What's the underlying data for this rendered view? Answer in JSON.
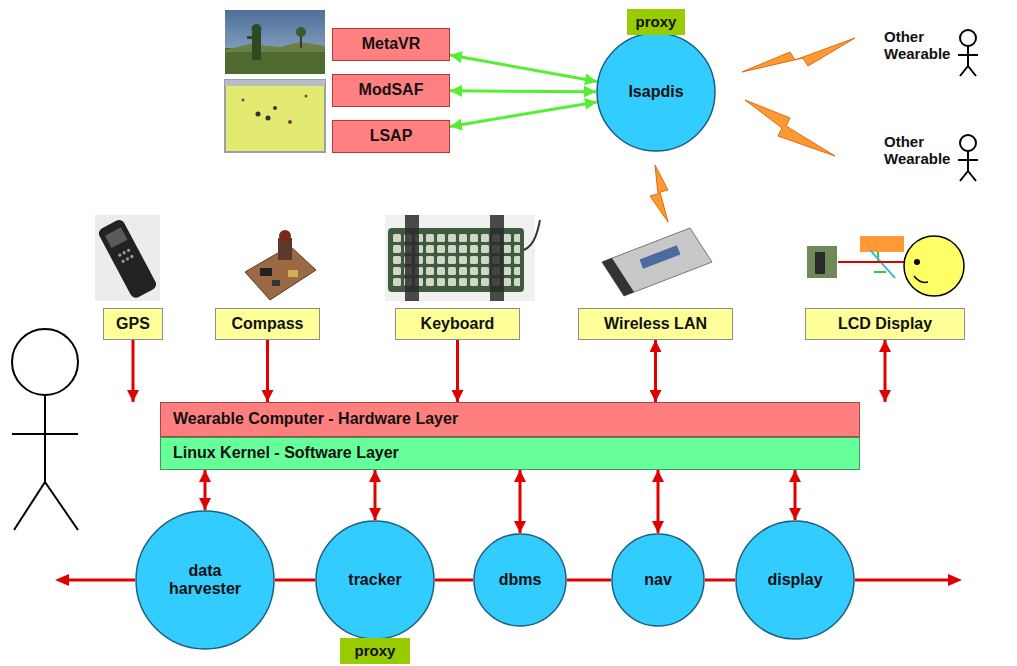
{
  "diagram": {
    "nodes": [
      {
        "text": [
          "MetaVR"
        ]
      },
      {
        "text": [
          "ModSAF"
        ]
      },
      {
        "text": [
          "LSAP"
        ]
      },
      {
        "text": [
          "Isapdis"
        ]
      },
      {
        "text": [
          "proxy"
        ]
      },
      {
        "text": [
          "GPS"
        ]
      },
      {
        "text": [
          "Compass"
        ]
      },
      {
        "text": [
          "Keyboard"
        ]
      },
      {
        "text": [
          "Wireless LAN"
        ]
      },
      {
        "text": [
          "LCD Display"
        ]
      },
      {
        "text": [
          "Wearable Computer - Hardware Layer"
        ]
      },
      {
        "text": [
          "Linux Kernel - Software Layer"
        ]
      },
      {
        "text": [
          "data harvester"
        ]
      },
      {
        "text": [
          "tracker"
        ]
      },
      {
        "text": [
          "dbms"
        ]
      },
      {
        "text": [
          "nav"
        ]
      },
      {
        "text": [
          "display"
        ]
      },
      {
        "text": [
          "proxy"
        ]
      }
    ],
    "edges": [
      {
        "from": 0,
        "to": 3,
        "arrow": "both"
      },
      {
        "from": 1,
        "to": 3,
        "arrow": "both"
      },
      {
        "from": 2,
        "to": 3,
        "arrow": "both"
      },
      {
        "from": 5,
        "to": 10,
        "arrow": "to"
      },
      {
        "from": 6,
        "to": 10,
        "arrow": "to"
      },
      {
        "from": 7,
        "to": 10,
        "arrow": "to"
      },
      {
        "from": 8,
        "to": 10,
        "arrow": "both"
      },
      {
        "from": 9,
        "to": 10,
        "arrow": "both"
      },
      {
        "from": 11,
        "to": 12,
        "arrow": "both"
      },
      {
        "from": 11,
        "to": 13,
        "arrow": "both"
      },
      {
        "from": 11,
        "to": 14,
        "arrow": "both"
      },
      {
        "from": 11,
        "to": 15,
        "arrow": "both"
      },
      {
        "from": 11,
        "to": 16,
        "arrow": "both"
      },
      {
        "from": 12,
        "to": 13,
        "arrow": "none"
      },
      {
        "from": 13,
        "to": 14,
        "arrow": "none"
      },
      {
        "from": 14,
        "to": 15,
        "arrow": "none"
      },
      {
        "from": 15,
        "to": 16,
        "arrow": "none"
      }
    ],
    "labels": [
      "Other Wearable",
      "Other Wearable"
    ]
  }
}
